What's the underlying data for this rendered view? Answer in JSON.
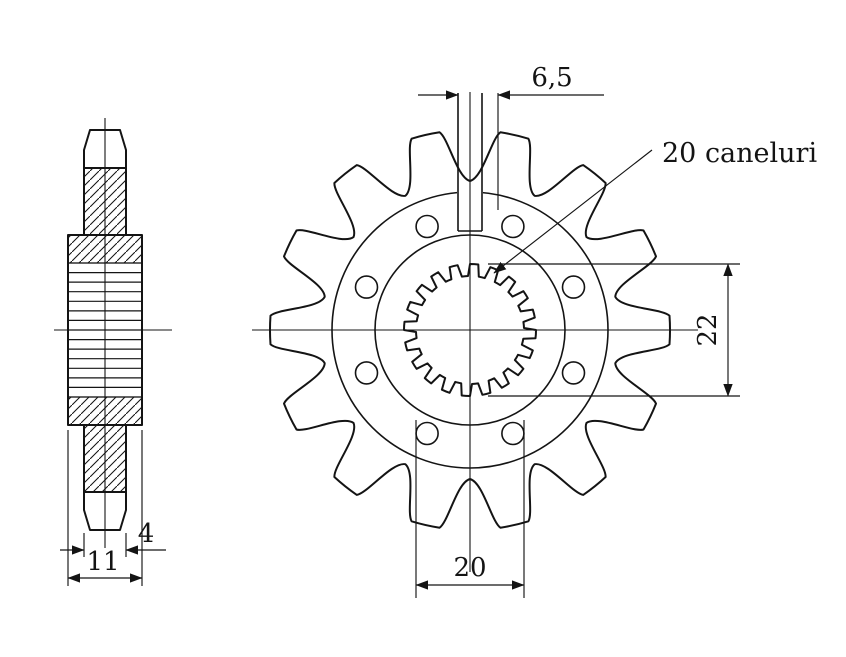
{
  "canvas": {
    "background": "#ffffff",
    "ink": "#141414"
  },
  "drawing": {
    "kind": "front-sprocket-technical-drawing",
    "note_spline": "20 caneluri",
    "dims": {
      "top_offset": "6,5",
      "spline_outer": "22",
      "spline_inner": "20",
      "plate_thickness": "4",
      "hub_width": "11"
    }
  }
}
